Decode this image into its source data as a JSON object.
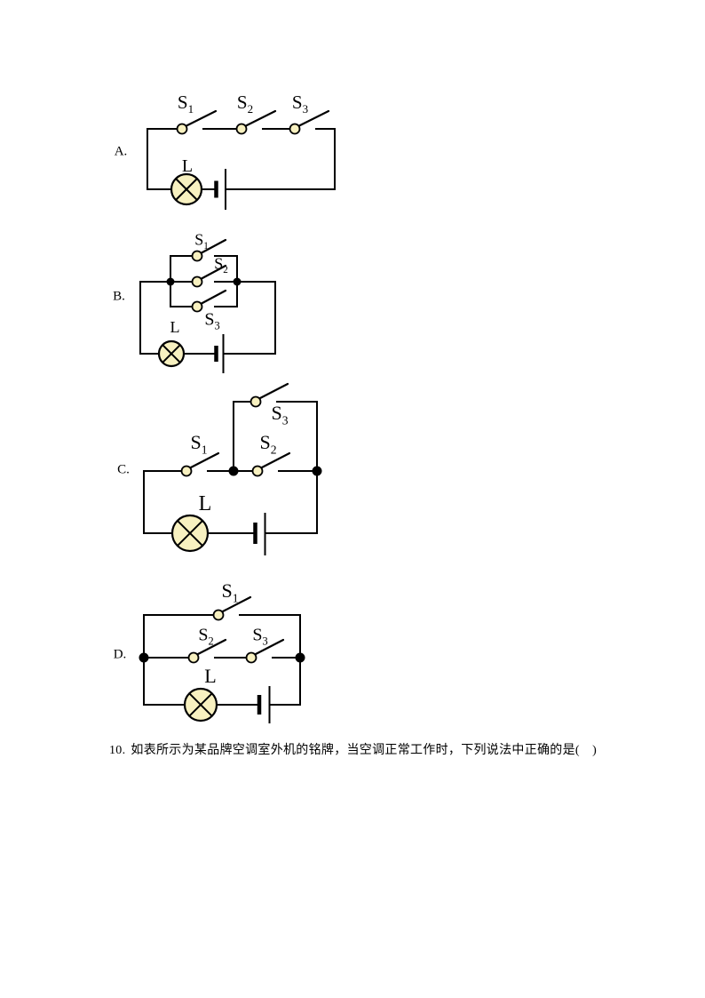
{
  "page": {
    "background_color": "#ffffff"
  },
  "colors": {
    "wire": "#000000",
    "component_fill": "#f8f1c0",
    "junction_dot": "#000000",
    "text": "#000000"
  },
  "question": {
    "number": "10.",
    "text": "如表所示为某品牌空调室外机的铭牌，当空调正常工作时，下列说法中正确的是(　)"
  },
  "circuits": [
    {
      "option": "A.",
      "lamp_label": "L",
      "switches": [
        {
          "base": "S",
          "sub": "1"
        },
        {
          "base": "S",
          "sub": "2"
        },
        {
          "base": "S",
          "sub": "3"
        }
      ],
      "description": "Switches S1, S2 and S3 in series with lamp L and a battery"
    },
    {
      "option": "B.",
      "lamp_label": "L",
      "switches": [
        {
          "base": "S",
          "sub": "1"
        },
        {
          "base": "S",
          "sub": "2"
        },
        {
          "base": "S",
          "sub": "3"
        }
      ],
      "description": "Switches S1, S2 and S3 in parallel, in series with lamp L and a battery"
    },
    {
      "option": "C.",
      "lamp_label": "L",
      "switches": [
        {
          "base": "S",
          "sub": "1"
        },
        {
          "base": "S",
          "sub": "2"
        },
        {
          "base": "S",
          "sub": "3"
        }
      ],
      "description": "Switch S1 in series with the parallel combination of S2 and S3, with lamp L and a battery"
    },
    {
      "option": "D.",
      "lamp_label": "L",
      "switches": [
        {
          "base": "S",
          "sub": "1"
        },
        {
          "base": "S",
          "sub": "2"
        },
        {
          "base": "S",
          "sub": "3"
        }
      ],
      "description": "Switch S1 in parallel with the series combination of S2 and S3, in series with lamp L and a battery"
    }
  ]
}
